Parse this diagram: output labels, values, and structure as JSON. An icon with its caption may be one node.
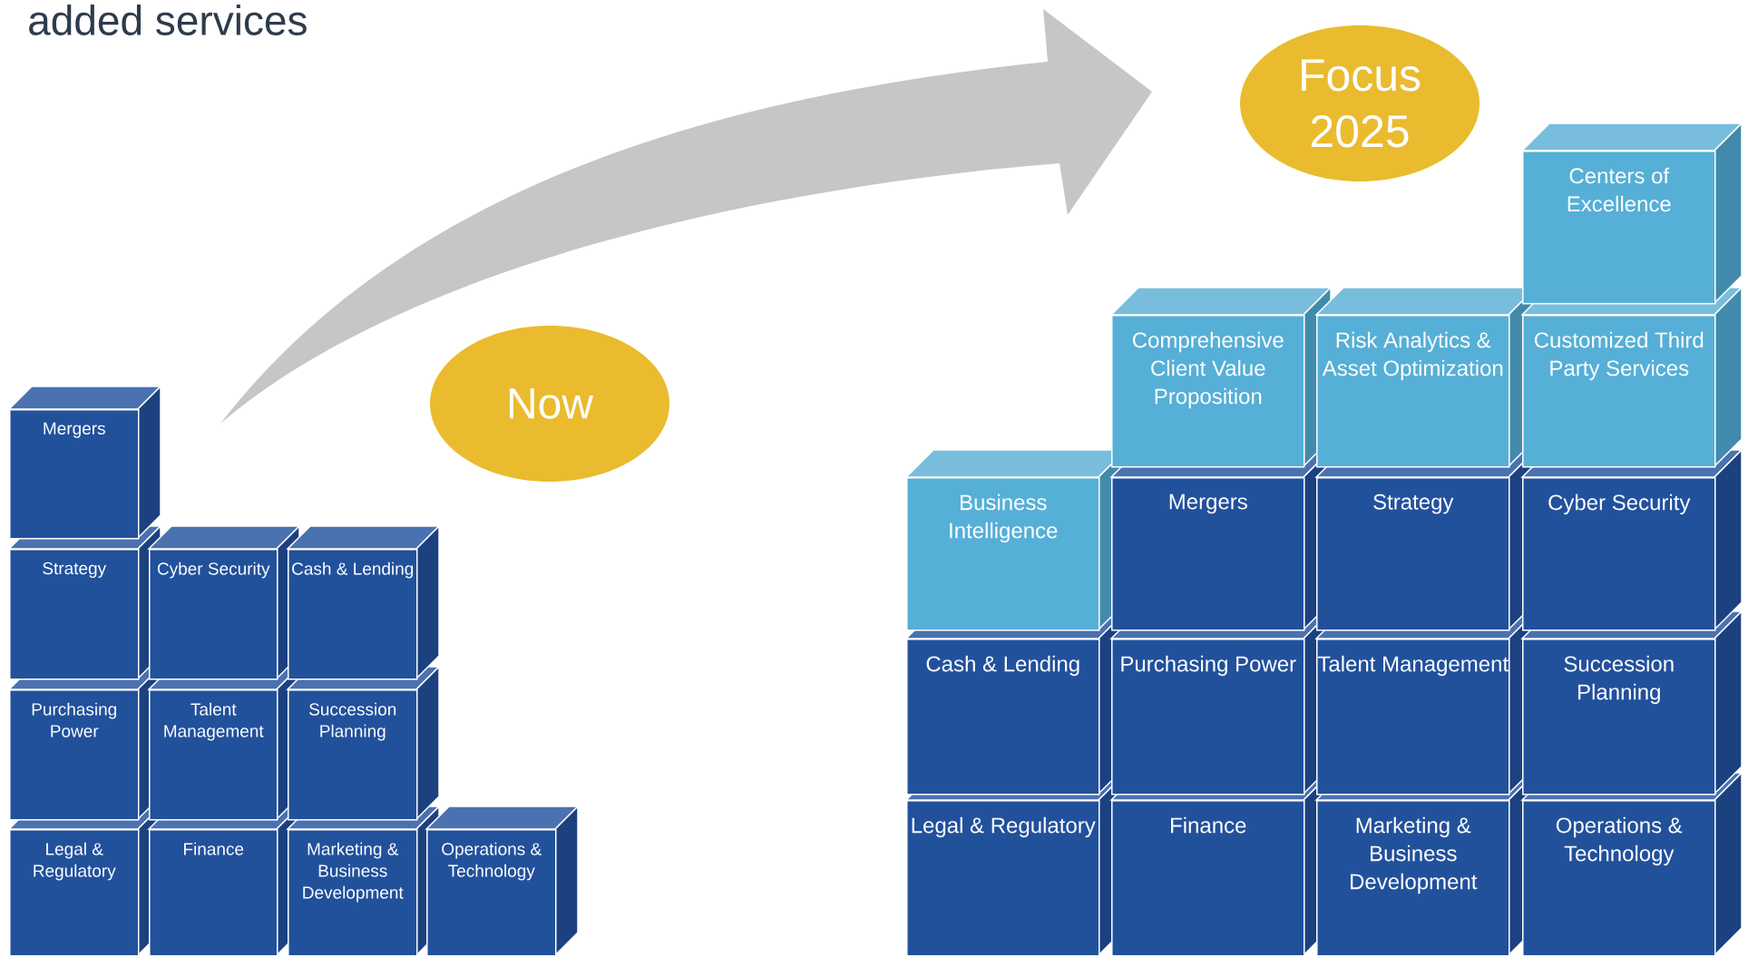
{
  "diagram": {
    "title": "added services",
    "nodes": [
      {
        "text": [
          "Mergers"
        ]
      },
      {
        "text": [
          "Strategy"
        ]
      },
      {
        "text": [
          "Cyber Security"
        ]
      },
      {
        "text": [
          "Cash & Lending"
        ]
      },
      {
        "text": [
          "Purchasing Power"
        ]
      },
      {
        "text": [
          "Talent Management"
        ]
      },
      {
        "text": [
          "Succession Planning"
        ]
      },
      {
        "text": [
          "Legal & Regulatory"
        ]
      },
      {
        "text": [
          "Finance"
        ]
      },
      {
        "text": [
          "Marketing & Business Development"
        ]
      },
      {
        "text": [
          "Operations & Technology"
        ]
      },
      {
        "text": [
          "Now"
        ]
      },
      {
        "text": [
          "Focus 2025"
        ]
      },
      {
        "text": [
          "Centers of Excellence"
        ]
      },
      {
        "text": [
          "Comprehensive Client Value Proposition"
        ]
      },
      {
        "text": [
          "Risk Analytics & Asset Optimization"
        ]
      },
      {
        "text": [
          "Customized Third Party Services"
        ]
      },
      {
        "text": [
          "Business Intelligence"
        ]
      },
      {
        "text": [
          "Mergers"
        ]
      },
      {
        "text": [
          "Strategy"
        ]
      },
      {
        "text": [
          "Cyber Security"
        ]
      },
      {
        "text": [
          "Cash & Lending"
        ]
      },
      {
        "text": [
          "Purchasing Power"
        ]
      },
      {
        "text": [
          "Talent Management"
        ]
      },
      {
        "text": [
          "Succession Planning"
        ]
      },
      {
        "text": [
          "Legal & Regulatory"
        ]
      },
      {
        "text": [
          "Finance"
        ]
      },
      {
        "text": [
          "Marketing & Business Development"
        ]
      },
      {
        "text": [
          "Operations & Technology"
        ]
      }
    ]
  }
}
